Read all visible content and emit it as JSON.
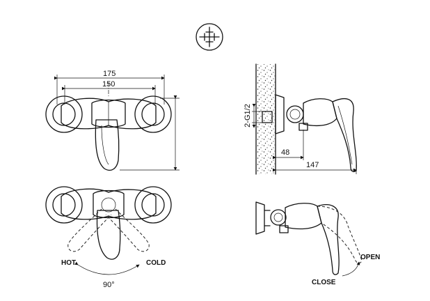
{
  "dimensions": {
    "overall_width": "175",
    "center_distance": "150",
    "thread": "2-G1/2",
    "wall_offset": "48",
    "projection": "147"
  },
  "rotation": {
    "hot_label": "HOT",
    "cold_label": "COLD",
    "angle_label": "90°"
  },
  "operation": {
    "open_label": "OPEN",
    "close_label": "CLOSE"
  },
  "colors": {
    "line": "#111111",
    "background": "#ffffff"
  },
  "icons": {
    "projection_symbol": "crosshair-circle-icon"
  }
}
